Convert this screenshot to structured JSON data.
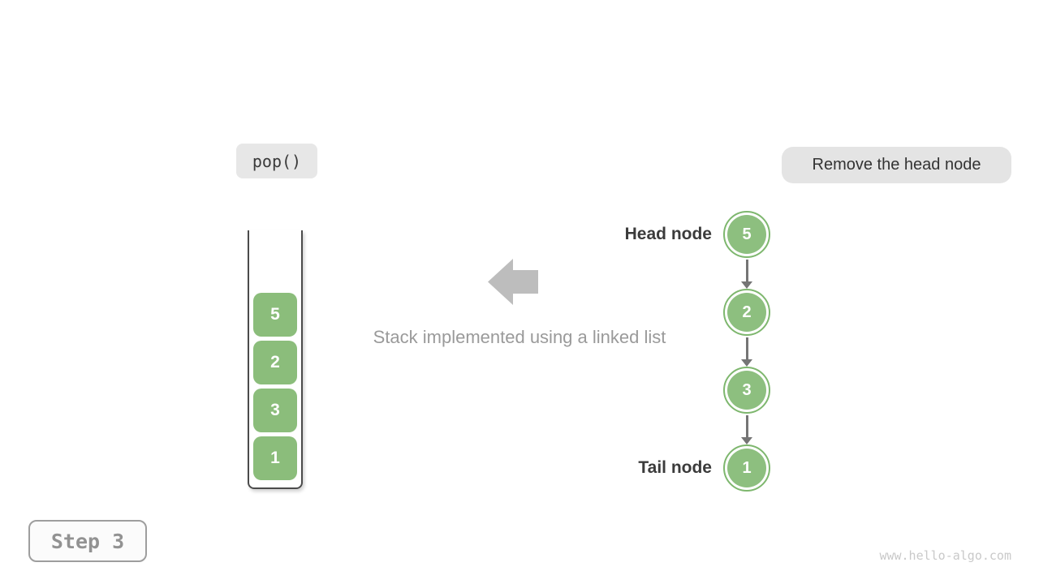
{
  "labels": {
    "operation": "pop()",
    "description": "Remove the head node",
    "caption": "Stack implemented using a linked list",
    "head_node": "Head node",
    "tail_node": "Tail node",
    "step": "Step 3",
    "watermark": "www.hello-algo.com"
  },
  "stack": {
    "items_top_to_bottom": [
      "5",
      "2",
      "3",
      "1"
    ]
  },
  "linked_list": {
    "nodes_head_to_tail": [
      "5",
      "2",
      "3",
      "1"
    ]
  },
  "icons": {
    "left_arrow": "left-block-arrow"
  },
  "colors": {
    "node_green_fill": "#8dbf7f",
    "node_green_ring": "#7eb76e",
    "stack_item_green": "#8bbd7b",
    "label_bg": "#e4e4e4",
    "big_arrow_gray": "#bdbdbd",
    "connector_gray": "#757575",
    "container_border": "#4b4b4b",
    "text_dark": "#3b3b3b",
    "text_gray": "#9a9a9a",
    "step_text_gray": "#929292",
    "watermark_gray": "#c9c9c9"
  }
}
